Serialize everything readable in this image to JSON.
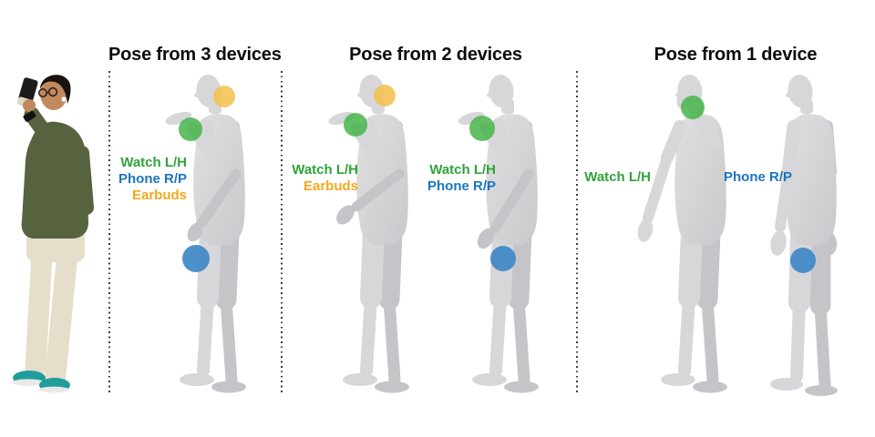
{
  "colors": {
    "title_text": "#0c0c0c",
    "separator": "#3b3b3b",
    "watch_text": "#2fa33a",
    "phone_text": "#1c75bc",
    "earbuds_text": "#f5a71e",
    "watch_marker": "#46b44a",
    "phone_marker": "#3f88c5",
    "earbuds_marker": "#f3c14b",
    "mesh_gray": "#d3d3d6",
    "photo_shirt": "#57633e",
    "photo_pants": "#e4decb",
    "photo_shoes": "#1f9e9c",
    "photo_hair": "#18130f",
    "photo_skin": "#c08a5e",
    "photo_cup": "#1c1c1e"
  },
  "photo": {
    "name": "person-drinking-reference-photo"
  },
  "sections": [
    {
      "title": "Pose from 3 devices",
      "meshes": [
        {
          "pose": "drinking",
          "labels": [
            {
              "text": "Watch L/H",
              "device": "watch"
            },
            {
              "text": "Phone R/P",
              "device": "phone"
            },
            {
              "text": "Earbuds",
              "device": "earbuds"
            }
          ],
          "markers": [
            "watch-left-wrist",
            "earbuds-head",
            "phone-right-pocket"
          ]
        }
      ]
    },
    {
      "title": "Pose from 2 devices",
      "meshes": [
        {
          "pose": "drinking",
          "labels": [
            {
              "text": "Watch L/H",
              "device": "watch"
            },
            {
              "text": "Earbuds",
              "device": "earbuds"
            }
          ],
          "markers": [
            "watch-left-wrist",
            "earbuds-head"
          ]
        },
        {
          "pose": "drinking",
          "labels": [
            {
              "text": "Watch L/H",
              "device": "watch"
            },
            {
              "text": "Phone R/P",
              "device": "phone"
            }
          ],
          "markers": [
            "watch-left-wrist",
            "phone-right-pocket"
          ]
        }
      ]
    },
    {
      "title": "Pose from 1 device",
      "meshes": [
        {
          "pose": "drinking-hand-at-face",
          "labels": [
            {
              "text": "Watch L/H",
              "device": "watch"
            }
          ],
          "markers": [
            "watch-left-wrist"
          ]
        },
        {
          "pose": "standing",
          "labels": [
            {
              "text": "Phone R/P",
              "device": "phone"
            }
          ],
          "markers": [
            "phone-right-pocket"
          ]
        }
      ]
    }
  ]
}
